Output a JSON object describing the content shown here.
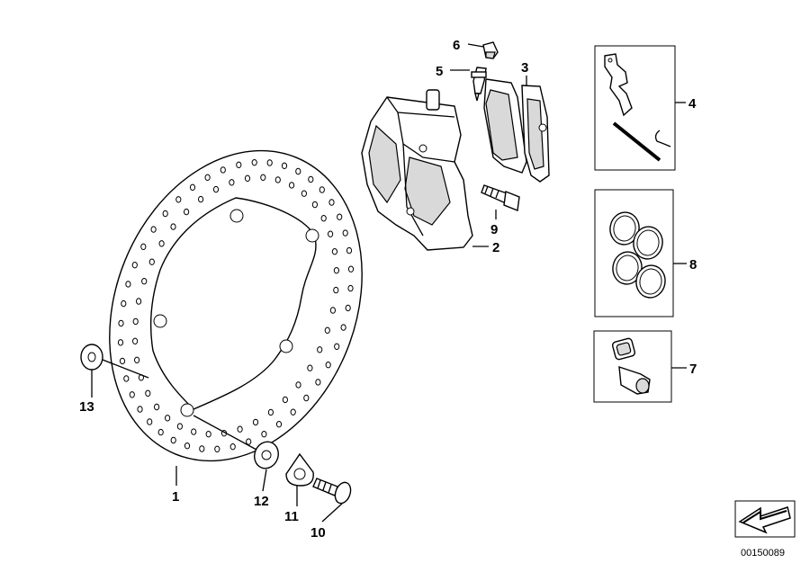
{
  "callouts": {
    "c1": "1",
    "c2": "2",
    "c3": "3",
    "c4": "4",
    "c5": "5",
    "c6": "6",
    "c7": "7",
    "c8": "8",
    "c9": "9",
    "c10": "10",
    "c11": "11",
    "c12": "12",
    "c13": "13"
  },
  "diagram_code": "00150089"
}
